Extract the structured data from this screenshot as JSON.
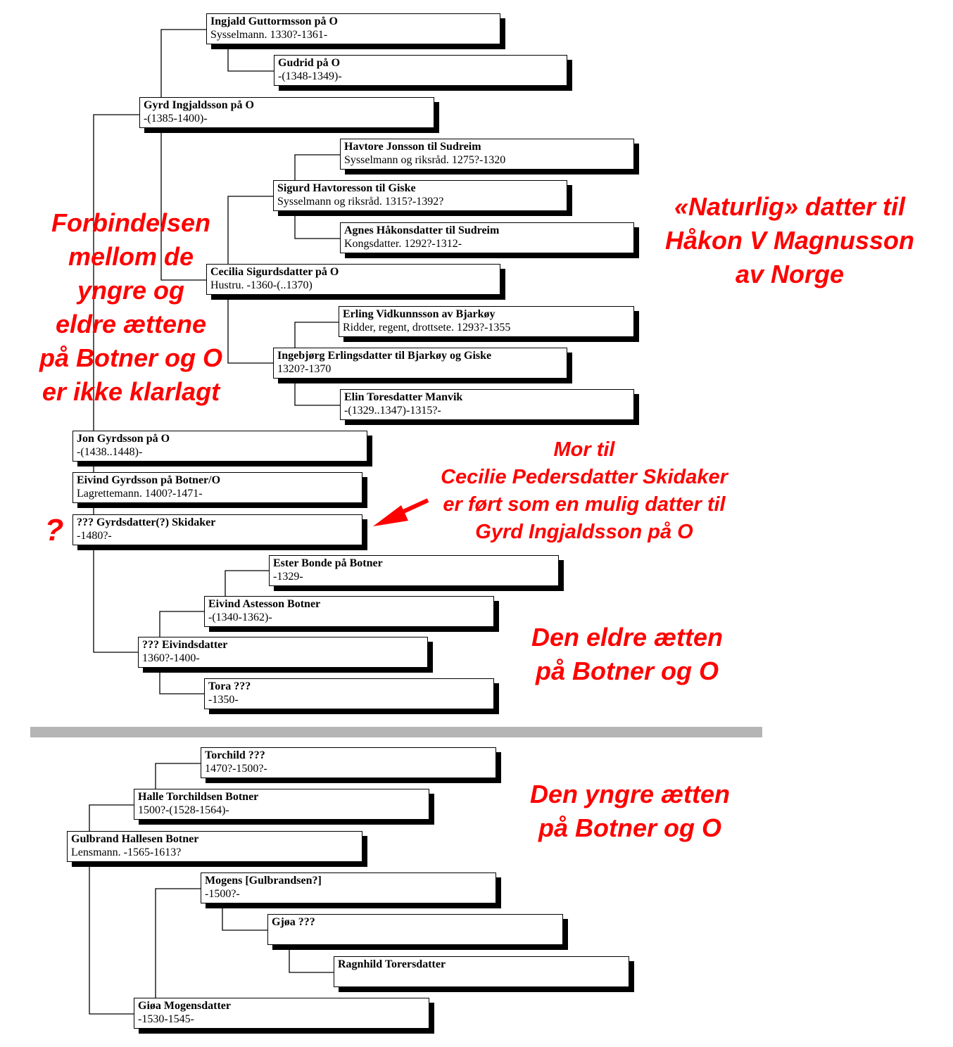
{
  "older_tree": {
    "ingjald": {
      "name": "Ingjald Guttormsson på O",
      "detail": "Sysselmann.  1330?-1361-"
    },
    "gudrid": {
      "name": "Gudrid på O",
      "detail": "-(1348-1349)-"
    },
    "gyrd": {
      "name": "Gyrd Ingjaldsson på O",
      "detail": "-(1385-1400)-"
    },
    "havtore": {
      "name": "Havtore Jonsson til  Sudreim",
      "detail": "Sysselmann og riksråd.  1275?-1320"
    },
    "sigurd": {
      "name": "Sigurd Havtoresson til  Giske",
      "detail": "Sysselmann og riksråd.  1315?-1392?"
    },
    "agnes": {
      "name": "Agnes Håkonsdatter til  Sudreim",
      "detail": "Kongsdatter.  1292?-1312-"
    },
    "cecilia": {
      "name": "Cecilia Sigurdsdatter på O",
      "detail": "Hustru.  -1360-(..1370)"
    },
    "erling": {
      "name": "Erling Vidkunnsson av Bjarkøy",
      "detail": "Ridder, regent, drottsete.  1293?-1355"
    },
    "ingebjorg": {
      "name": "Ingebjørg Erlingsdatter til  Bjarkøy og Giske",
      "detail": "1320?-1370"
    },
    "elin": {
      "name": "Elin Toresdatter  Manvik",
      "detail": "-(1329..1347)-1315?-"
    },
    "jon": {
      "name": "Jon Gyrdsson på O",
      "detail": "-(1438..1448)-"
    },
    "eivind_g": {
      "name": "Eivind Gyrdsson på  Botner/O",
      "detail": "Lagrettemann.  1400?-1471-"
    },
    "gyrdsdatter": {
      "name": "??? Gyrdsdatter(?) Skidaker",
      "detail": "-1480?-"
    },
    "ester": {
      "name": "Ester Bonde på Botner",
      "detail": "-1329-"
    },
    "eivind_a": {
      "name": "Eivind Astesson  Botner",
      "detail": "-(1340-1362)-"
    },
    "eivindsdatter": {
      "name": "??? Eivindsdatter",
      "detail": "1360?-1400-"
    },
    "tora": {
      "name": "Tora  ???",
      "detail": "-1350-"
    }
  },
  "younger_tree": {
    "torchild": {
      "name": "Torchild ???",
      "detail": "1470?-1500?-"
    },
    "halle": {
      "name": "Halle Torchildsen Botner",
      "detail": "1500?-(1528-1564)-"
    },
    "gulbrand": {
      "name": "Gulbrand Hallesen  Botner",
      "detail": "Lensmann.  -1565-1613?"
    },
    "mogens": {
      "name": "Mogens [Gulbrandsen?]",
      "detail": "-1500?-"
    },
    "gjoa": {
      "name": "Gjøa  ???",
      "detail": ""
    },
    "ragnhild": {
      "name": "Ragnhild Torersdatter",
      "detail": ""
    },
    "gioa": {
      "name": "Giøa  Mogensdatter",
      "detail": "-1530-1545-"
    }
  },
  "annotations": {
    "forbindelsen": [
      "Forbindelsen",
      "mellom de",
      "yngre og",
      "eldre ættene",
      "på Botner og O",
      "er ikke klarlagt"
    ],
    "naturlig": [
      "«Naturlig» datter til",
      "Håkon V Magnusson",
      "av Norge"
    ],
    "mor_til": [
      "Mor til",
      "Cecilie Pedersdatter Skidaker",
      "er ført som en mulig datter til",
      "Gyrd Ingjaldsson på O"
    ],
    "eldre": [
      "Den eldre ætten",
      "på Botner og O"
    ],
    "yngre": [
      "Den yngre ætten",
      "på Botner og O"
    ],
    "question": "?"
  },
  "colors": {
    "annotation": "#ff0000",
    "box_border": "#000000",
    "shadow": "#000000",
    "connector": "#000000",
    "separator": "#b5b5b5",
    "background": "#ffffff"
  }
}
